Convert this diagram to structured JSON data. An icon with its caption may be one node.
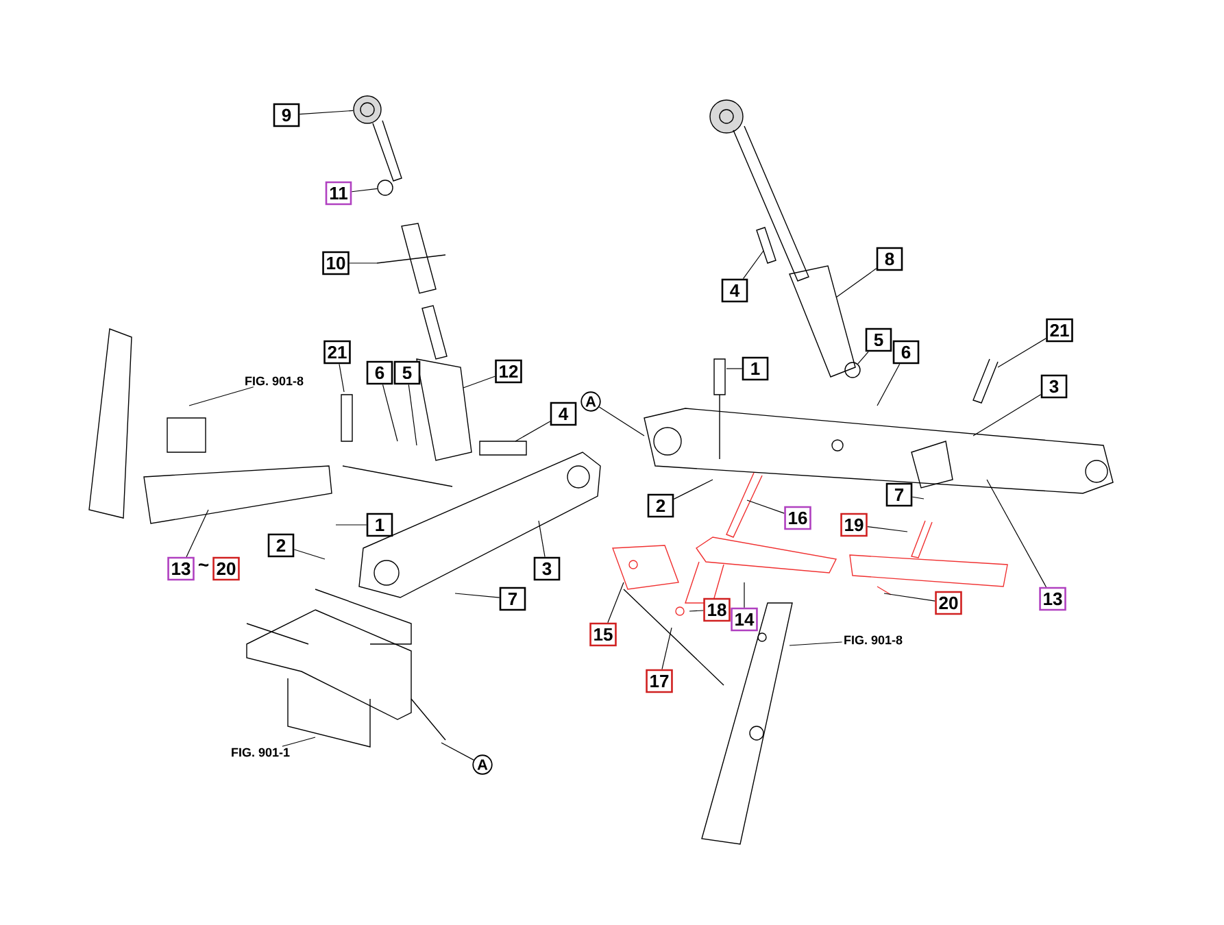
{
  "diagram": {
    "nodes": [
      {
        "text": [
          "9"
        ]
      },
      {
        "text": [
          "11"
        ]
      },
      {
        "text": [
          "10"
        ]
      },
      {
        "text": [
          "21"
        ]
      },
      {
        "text": [
          "6"
        ]
      },
      {
        "text": [
          "5"
        ]
      },
      {
        "text": [
          "12"
        ]
      },
      {
        "text": [
          "4"
        ]
      },
      {
        "text": [
          "A"
        ]
      },
      {
        "text": [
          "FIG. 901-8"
        ]
      },
      {
        "text": [
          "13"
        ]
      },
      {
        "text": [
          "20"
        ]
      },
      {
        "text": [
          "1"
        ]
      },
      {
        "text": [
          "2"
        ]
      },
      {
        "text": [
          "3"
        ]
      },
      {
        "text": [
          "7"
        ]
      },
      {
        "text": [
          "FIG. 901-1"
        ]
      },
      {
        "text": [
          "A"
        ]
      },
      {
        "text": [
          "1"
        ]
      },
      {
        "text": [
          "4"
        ]
      },
      {
        "text": [
          "8"
        ]
      },
      {
        "text": [
          "5"
        ]
      },
      {
        "text": [
          "6"
        ]
      },
      {
        "text": [
          "21"
        ]
      },
      {
        "text": [
          "3"
        ]
      },
      {
        "text": [
          "2"
        ]
      },
      {
        "text": [
          "16"
        ]
      },
      {
        "text": [
          "7"
        ]
      },
      {
        "text": [
          "19"
        ]
      },
      {
        "text": [
          "13"
        ]
      },
      {
        "text": [
          "15"
        ]
      },
      {
        "text": [
          "18"
        ]
      },
      {
        "text": [
          "14"
        ]
      },
      {
        "text": [
          "17"
        ]
      },
      {
        "text": [
          "20"
        ]
      },
      {
        "text": [
          "FIG. 901-8"
        ]
      },
      {
        "text": [],
        "shape": "circle"
      },
      {
        "text": [],
        "shape": "circle"
      },
      {
        "text": [],
        "shape": "circle"
      }
    ],
    "edges": [
      {
        "from": 0,
        "to": 36,
        "arrow": "none"
      },
      {
        "from": 1,
        "to": 37,
        "arrow": "none"
      },
      {
        "from": 2,
        "to": null,
        "arrow": "none"
      },
      {
        "from": 3,
        "to": null,
        "arrow": "none"
      },
      {
        "from": 4,
        "to": null,
        "arrow": "none"
      },
      {
        "from": 5,
        "to": null,
        "arrow": "none"
      },
      {
        "from": 6,
        "to": null,
        "arrow": "none"
      },
      {
        "from": 7,
        "to": null,
        "arrow": "none"
      },
      {
        "from": 8,
        "to": null,
        "arrow": "none"
      },
      {
        "from": 9,
        "to": null,
        "arrow": "none"
      },
      {
        "from": 10,
        "to": null,
        "arrow": "none"
      },
      {
        "from": 12,
        "to": null,
        "arrow": "none"
      },
      {
        "from": 13,
        "to": null,
        "arrow": "none"
      },
      {
        "from": 14,
        "to": null,
        "arrow": "none"
      },
      {
        "from": 15,
        "to": null,
        "arrow": "none"
      },
      {
        "from": 16,
        "to": null,
        "arrow": "none"
      },
      {
        "from": 17,
        "to": null,
        "arrow": "none"
      },
      {
        "from": 18,
        "to": null,
        "arrow": "none"
      },
      {
        "from": 19,
        "to": null,
        "arrow": "none"
      },
      {
        "from": 20,
        "to": null,
        "arrow": "none"
      },
      {
        "from": 21,
        "to": 38,
        "arrow": "none"
      },
      {
        "from": 22,
        "to": null,
        "arrow": "none"
      },
      {
        "from": 23,
        "to": null,
        "arrow": "none"
      },
      {
        "from": 24,
        "to": null,
        "arrow": "none"
      },
      {
        "from": 25,
        "to": null,
        "arrow": "none"
      },
      {
        "from": 26,
        "to": null,
        "arrow": "none"
      },
      {
        "from": 27,
        "to": null,
        "arrow": "none"
      },
      {
        "from": 28,
        "to": null,
        "arrow": "none"
      },
      {
        "from": 29,
        "to": null,
        "arrow": "none"
      },
      {
        "from": 30,
        "to": null,
        "arrow": "none"
      },
      {
        "from": 31,
        "to": null,
        "arrow": "none"
      },
      {
        "from": 32,
        "to": null,
        "arrow": "none"
      },
      {
        "from": 33,
        "to": null,
        "arrow": "none"
      },
      {
        "from": 34,
        "to": null,
        "arrow": "none"
      },
      {
        "from": 35,
        "to": null,
        "arrow": "none"
      }
    ],
    "labels": [
      "~"
    ]
  }
}
